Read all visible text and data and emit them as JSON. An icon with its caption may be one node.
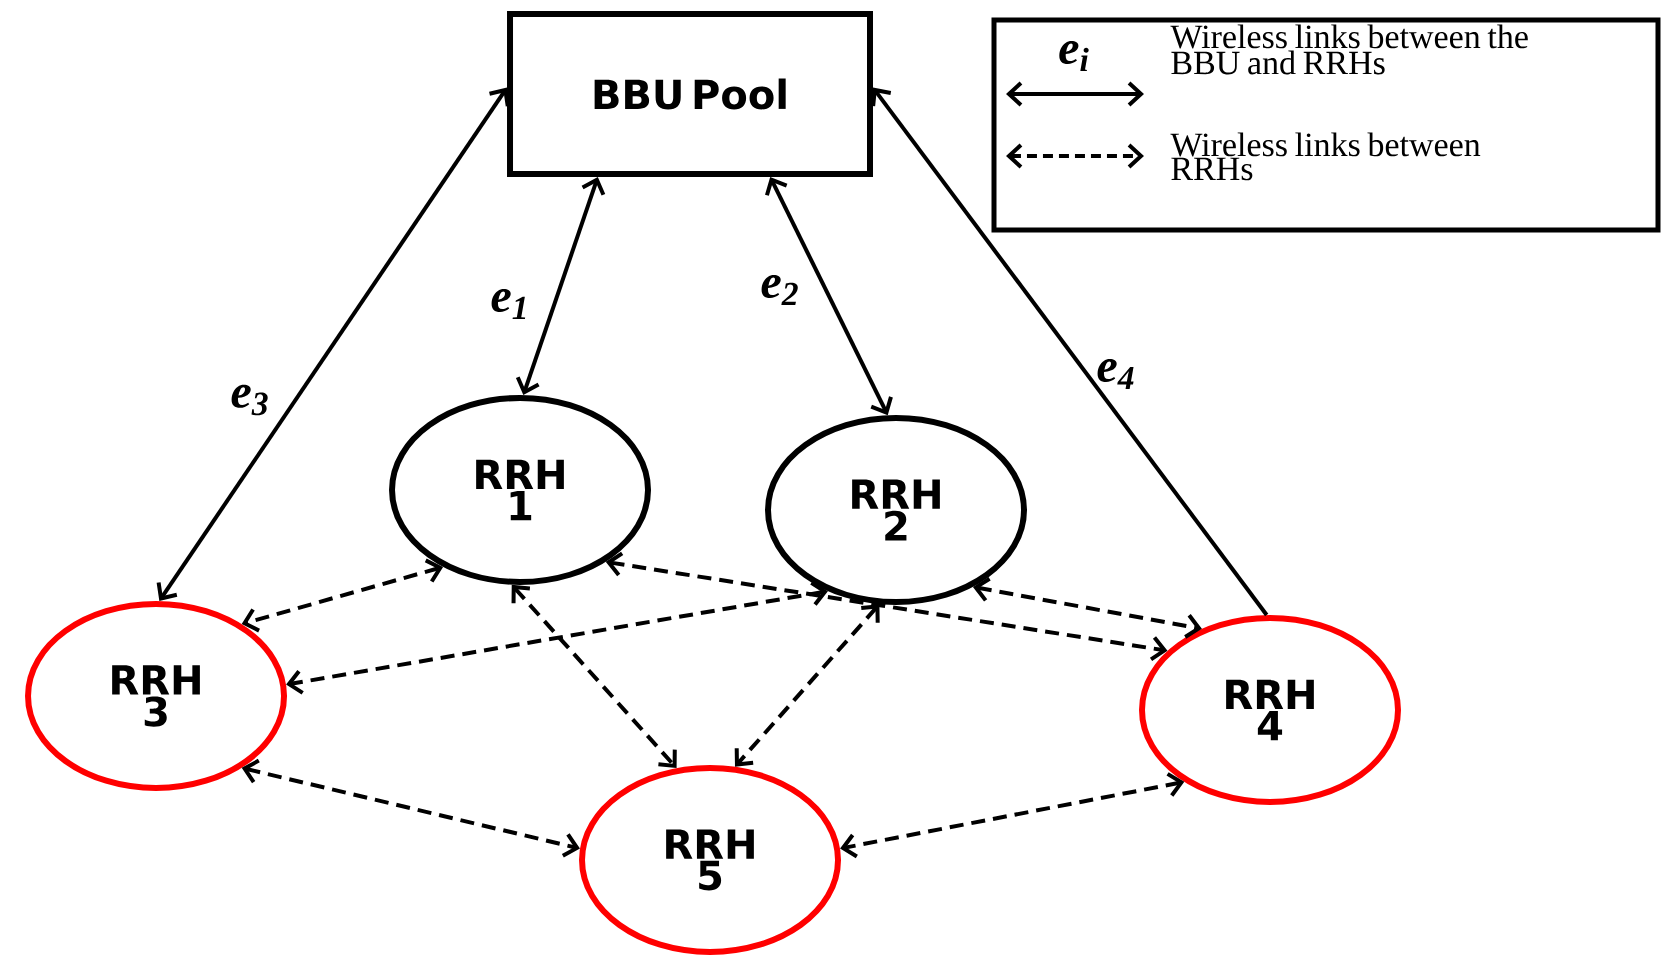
{
  "diagram": {
    "nodes": [
      {
        "text": [
          "BBU Pool"
        ]
      },
      {
        "text": [
          "RRH 1"
        ]
      },
      {
        "text": [
          "RRH 2"
        ]
      },
      {
        "text": [
          "RRH 3"
        ]
      },
      {
        "text": [
          "RRH 4"
        ]
      },
      {
        "text": [
          "RRH 5"
        ]
      }
    ],
    "edges": [
      {
        "from": 0,
        "to": 1,
        "arrow": "both",
        "label": "e$_{1}$"
      },
      {
        "from": 0,
        "to": 2,
        "arrow": "both",
        "label": "e$_{2}$"
      },
      {
        "from": 0,
        "to": 3,
        "arrow": "both",
        "label": "e$_{3}$"
      },
      {
        "from": 4,
        "to": 0,
        "arrow": "to",
        "label": "e$_{4}$"
      },
      {
        "from": 1,
        "to": 3,
        "arrow": "both",
        "style": "dashed"
      },
      {
        "from": 2,
        "to": 3,
        "arrow": "both",
        "style": "dashed"
      },
      {
        "from": 1,
        "to": 4,
        "arrow": "both",
        "style": "dashed"
      },
      {
        "from": 2,
        "to": 4,
        "arrow": "both",
        "style": "dashed"
      },
      {
        "from": 1,
        "to": 5,
        "arrow": "both",
        "style": "dashed"
      },
      {
        "from": 2,
        "to": 5,
        "arrow": "both",
        "style": "dashed"
      },
      {
        "from": 3,
        "to": 5,
        "arrow": "both",
        "style": "dashed"
      },
      {
        "from": 4,
        "to": 5,
        "arrow": "both",
        "style": "dashed"
      }
    ],
    "labels": [
      "e$_{i}$"
    ],
    "legend": [
      {
        "text": "Wireless links between the BBU and RRHs"
      },
      {
        "text": "Wireless links between RRHs"
      }
    ]
  }
}
